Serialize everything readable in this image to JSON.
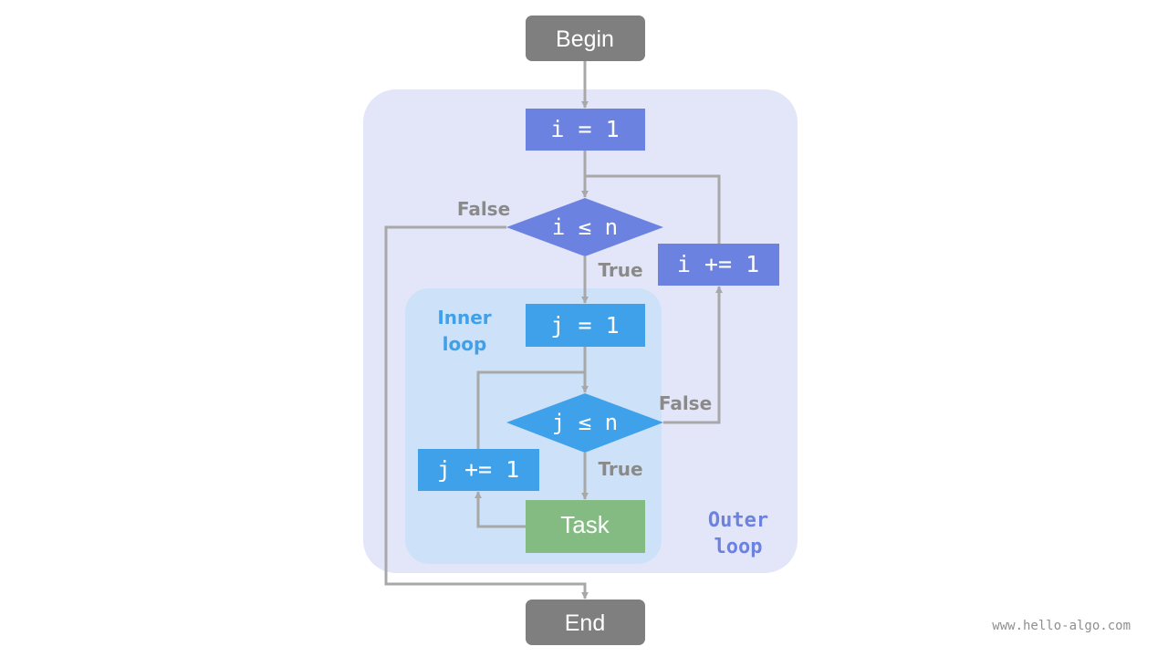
{
  "colors": {
    "terminal": "#7f7f7f",
    "outer": "#6b82e0",
    "outer_region": "#e3e6f8",
    "inner": "#3fa1ea",
    "inner_region": "#cde2f8",
    "task": "#83bb82",
    "arrow": "#a8a8a8",
    "branch_label": "#8a8a8a",
    "footer": "#8f8f8f"
  },
  "nodes": {
    "begin": "Begin",
    "end": "End",
    "i_init": "i = 1",
    "i_cond": "i ≤ n",
    "i_incr": "i += 1",
    "j_init": "j = 1",
    "j_cond": "j ≤ n",
    "j_incr": "j += 1",
    "task": "Task"
  },
  "edge_labels": {
    "i_false": "False",
    "i_true": "True",
    "j_false": "False",
    "j_true": "True"
  },
  "regions": {
    "inner_line1": "Inner",
    "inner_line2": "loop",
    "outer_line1": "Outer",
    "outer_line2": "loop"
  },
  "footer": "www.hello-algo.com"
}
